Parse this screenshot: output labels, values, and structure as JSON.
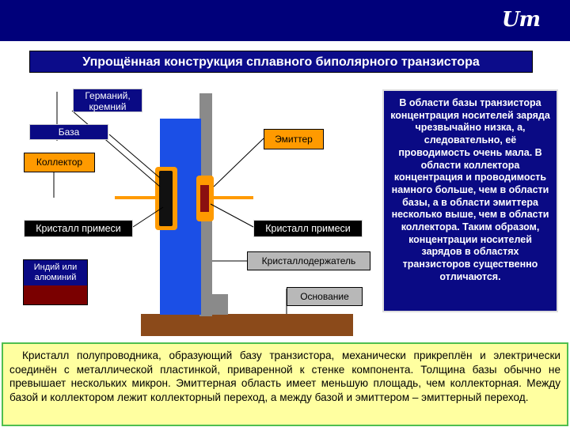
{
  "header": {
    "logo": "Um"
  },
  "title": "Упрощённая конструкция сплавного биполярного транзистора",
  "labels": {
    "germanium": "Германий, кремний",
    "base": "База",
    "emitter": "Эмиттер",
    "collector": "Коллектор",
    "impurity_left": "Кристалл примеси",
    "impurity_right": "Кристалл примеси",
    "indium": "Индий или алюминий",
    "holder": "Кристаллодержатель",
    "foundation": "Основание"
  },
  "description": "В области базы транзистора концентрация носителей заряда чрезвычайно низка, а, следовательно, её проводимость очень мала. В области коллектора концентрация и проводимость намного больше, чем в области базы, а в области эмиттера несколько выше, чем в области коллектора. Таким образом, концентрации носителей зарядов в областях транзисторов существенно отличаются.",
  "bottom_text": "Кристалл полупроводника, образующий базу транзистора, механически прикреплён и электрически соединён с металлической пластинкой, приваренной к стенке компонента. Толщина базы обычно не превышает нескольких микрон. Эмиттерная область имеет меньшую площадь, чем коллекторная. Между базой и коллектором лежит коллекторный переход, а между базой и эмиттером – эмиттерный переход.",
  "colors": {
    "header": "#00007a",
    "crystal": "#1b4fe6",
    "holder": "#8a8a8a",
    "foundation": "#8b4a1a",
    "orange": "#ff9a00",
    "gray_label": "#b8b8b8",
    "indium_bottom": "#7a0000"
  }
}
